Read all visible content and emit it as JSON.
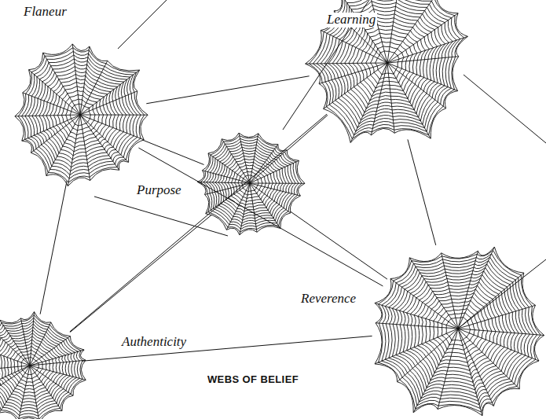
{
  "diagram": {
    "title": "WEBS OF BELIEF",
    "nodes": [
      {
        "text": [
          "Flaneur"
        ]
      },
      {
        "text": [
          "Learning"
        ]
      },
      {
        "text": [
          "Purpose"
        ]
      },
      {
        "text": [
          "Reverence"
        ]
      },
      {
        "text": [
          "Authenticity"
        ]
      }
    ],
    "edges": [
      {
        "from": 0,
        "to": 1,
        "arrow": "none"
      },
      {
        "from": 0,
        "to": 2,
        "arrow": "none"
      },
      {
        "from": 0,
        "to": 3,
        "arrow": "none"
      },
      {
        "from": 0,
        "to": 4,
        "arrow": "none"
      },
      {
        "from": 2,
        "to": 1,
        "arrow": "none"
      },
      {
        "from": 2,
        "to": 3,
        "arrow": "none"
      },
      {
        "from": 4,
        "to": 1,
        "arrow": "none"
      },
      {
        "from": 4,
        "to": 2,
        "arrow": "none"
      },
      {
        "from": 4,
        "to": 3,
        "arrow": "none"
      },
      {
        "from": 1,
        "to": 3,
        "arrow": "none"
      }
    ]
  }
}
